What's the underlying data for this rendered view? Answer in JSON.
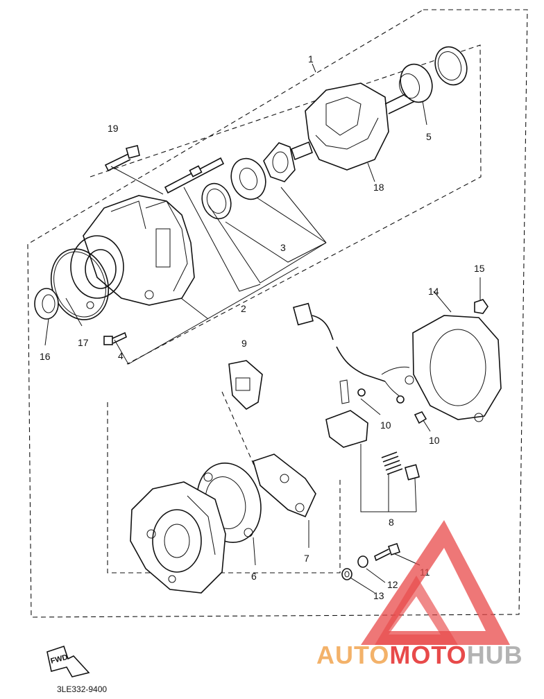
{
  "diagram": {
    "part_numbers": [
      "1",
      "2",
      "3",
      "4",
      "5",
      "6",
      "7",
      "8",
      "9",
      "10",
      "10",
      "11",
      "12",
      "13",
      "14",
      "15",
      "16",
      "17",
      "18",
      "19"
    ],
    "fwd_label": "FWD",
    "drawing_code": "3LE332-9400"
  },
  "watermark": {
    "text_orange": "AUTO",
    "text_mid": "MOTO",
    "text_gray": "HUB",
    "color_red": "#e84a4a",
    "color_orange": "#f3b26a",
    "color_gray": "#b3b3b3"
  }
}
